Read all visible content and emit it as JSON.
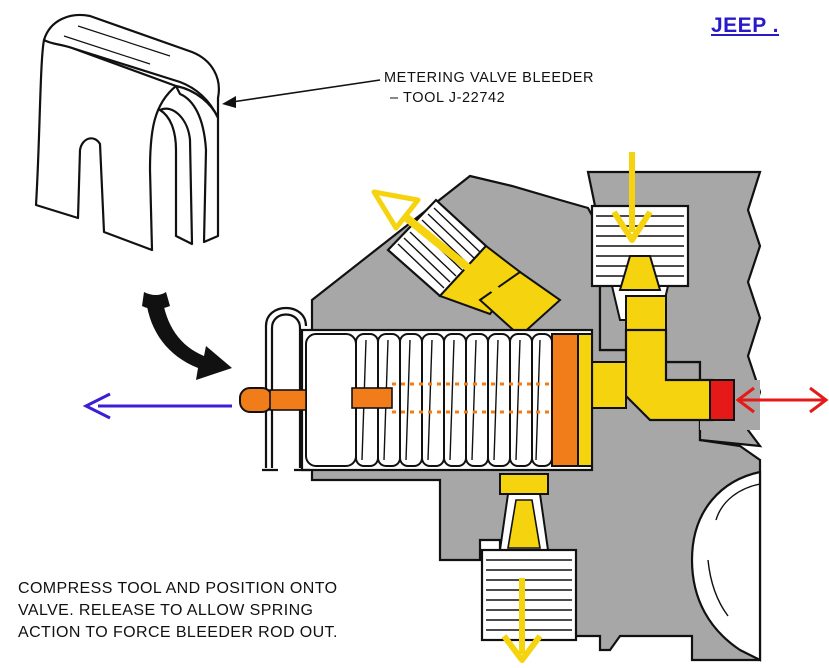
{
  "brand": "JEEP .",
  "tool_label": {
    "line1": "METERING VALVE BLEEDER",
    "line2": "– TOOL J-22742"
  },
  "instructions": {
    "line1": "COMPRESS TOOL AND POSITION ONTO",
    "line2": "VALVE. RELEASE TO ALLOW SPRING",
    "line3": "ACTION TO FORCE BLEEDER ROD OUT."
  },
  "colors": {
    "body": "#a7a7a7",
    "fluid": "#f5d40f",
    "rod": "#f07c1a",
    "seal": "#e61919",
    "out_arrow": "#3a1fd6",
    "port_arrow": "#e61919"
  }
}
